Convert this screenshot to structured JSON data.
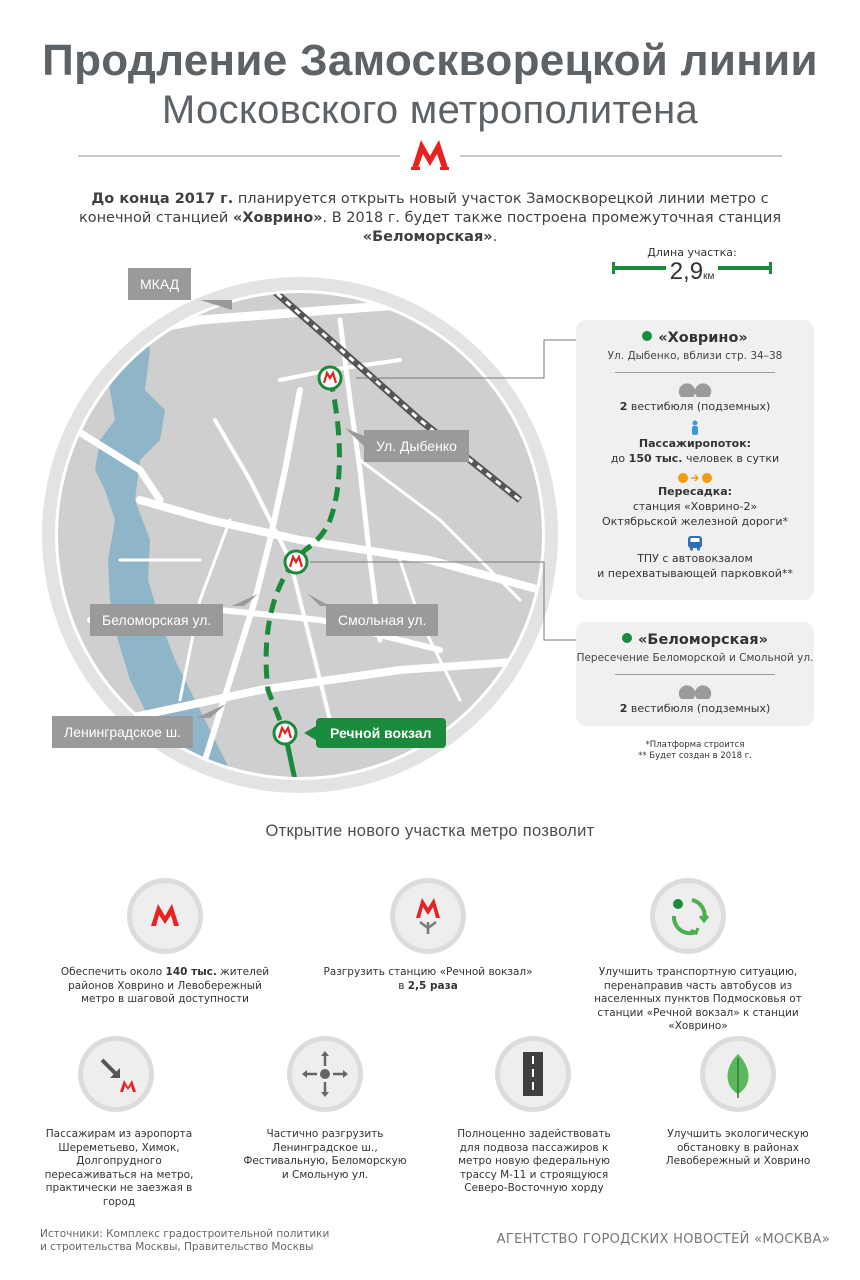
{
  "header": {
    "title_line1": "Продление Замоскворецкой линии",
    "title_line2": "Московского метрополитена",
    "logo_icon": "metro-m-logo"
  },
  "intro": {
    "p1_bold": "До конца 2017 г.",
    "p1": " планируется открыть новый участок Замоскворецкой линии метро с конечной станцией ",
    "p1_station": "«Ховрино»",
    "p2": ". В 2018 г. будет также построена промежуточная станция ",
    "p2_station": "«Беломорская»",
    "p2_end": "."
  },
  "length": {
    "label": "Длина участка:",
    "value": "2,9",
    "unit": "км"
  },
  "map": {
    "labels": {
      "mkad": "МКАД",
      "dybenko": "Ул. Дыбенко",
      "belomorskaya": "Беломорская ул.",
      "smolnaya": "Смольная ул.",
      "leningradskoe": "Ленинградское ш.",
      "rechnoy": "Речной вокзал"
    }
  },
  "stations": [
    {
      "name": "«Ховрино»",
      "address": "Ул. Дыбенко, вблизи стр. 34–38",
      "vestibules_num": "2",
      "vestibules_text": " вестибюля (подземных)",
      "flow_title": "Пассажиропоток:",
      "flow_prefix": "до ",
      "flow_num": "150 тыс.",
      "flow_suffix": " человек в сутки",
      "transfer_title": "Пересадка:",
      "transfer_line1": "станция «Ховрино-2»",
      "transfer_line2": "Октябрьской железной дороги*",
      "tpu_line1": "ТПУ с автовокзалом",
      "tpu_line2": "и перехватывающей парковкой**"
    },
    {
      "name": "«Беломорская»",
      "address": "Пересечение Беломорской и Смольной ул.",
      "vestibules_num": "2",
      "vestibules_text": " вестибюля (подземных)"
    }
  ],
  "footnotes": {
    "line1": "*Платформа строится",
    "line2": "** Будет создан в 2018 г."
  },
  "benefits": {
    "title": "Открытие нового участка метро позволит",
    "items": [
      {
        "icon": "metro-m-icon",
        "prefix": "Обеспечить около ",
        "bold": "140 тыс.",
        "suffix": " жителей районов Ховрино и Левобережный метро в шаговой доступности"
      },
      {
        "icon": "metro-unload-icon",
        "prefix": "Разгрузить станцию «Речной вокзал» в ",
        "bold": "2,5 раза",
        "suffix": ""
      },
      {
        "icon": "route-arrows-icon",
        "prefix": "Улучшить транспортную ситуацию, перенаправив часть автобусов из населенных пунктов Подмосковья от станции «Речной вокзал» к станции «Ховрино»",
        "bold": "",
        "suffix": ""
      },
      {
        "icon": "arrow-to-metro-icon",
        "prefix": "Пассажирам из аэропорта Шереметьево, Химок, Долгопрудного пересаживаться на метро, практически не заезжая в город",
        "bold": "",
        "suffix": ""
      },
      {
        "icon": "four-directions-icon",
        "prefix": "Частично разгрузить Ленинградское ш., Фестивальную, Беломорскую и Смольную ул.",
        "bold": "",
        "suffix": ""
      },
      {
        "icon": "road-icon",
        "prefix": "Полноценно задействовать для подвоза пассажиров к метро новую федеральную трассу М-11 и строящуюся Северо-Восточную хорду",
        "bold": "",
        "suffix": ""
      },
      {
        "icon": "leaf-icon",
        "prefix": "Улучшить экологическую обстановку в районах Левобережный и Ховрино",
        "bold": "",
        "suffix": ""
      }
    ]
  },
  "footer": {
    "sources_line1": "Источники: Комплекс градостроительной политики",
    "sources_line2": "и строительства Москвы, Правительство Москвы",
    "agency": "АГЕНТСТВО ГОРОДСКИХ НОВОСТЕЙ «МОСКВА»"
  },
  "colors": {
    "metro_red": "#e52421",
    "line_green": "#1a8a3c",
    "water": "#8fb5c9",
    "label_gray": "#9a9a9a",
    "card_bg": "#f0f0f0"
  }
}
